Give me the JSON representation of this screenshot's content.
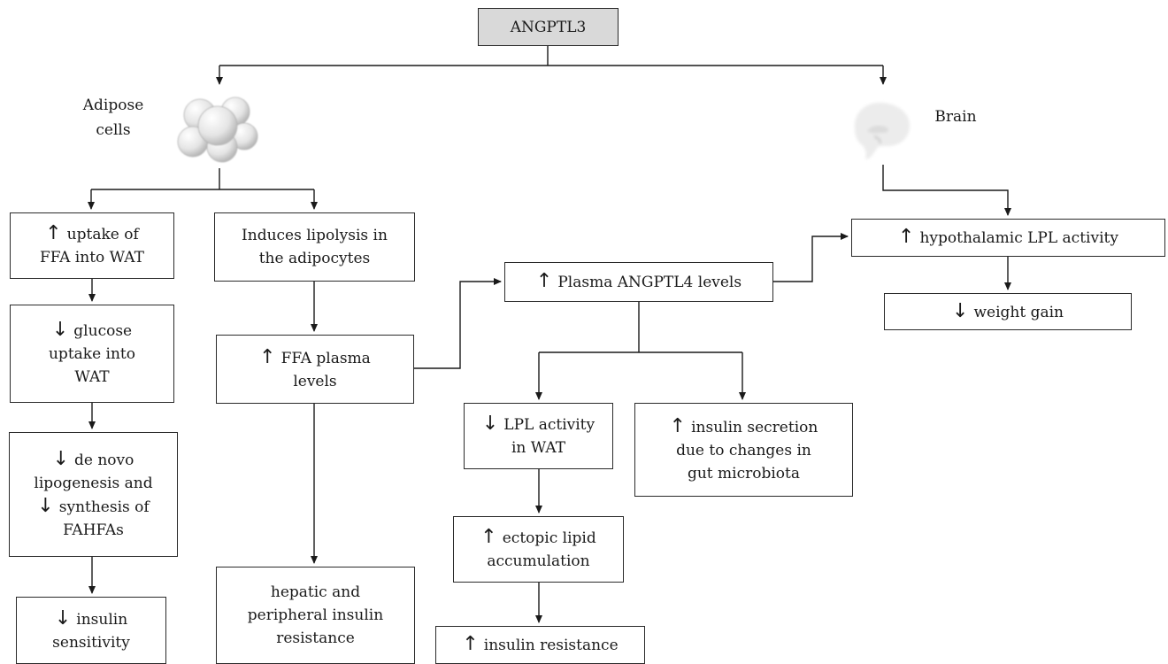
{
  "root": {
    "text": "ANGPTL3"
  },
  "labels": {
    "adipose_1": "Adipose",
    "adipose_2": "cells",
    "brain": "Brain"
  },
  "icons": {
    "adipose": "adipose-cells-icon",
    "brain": "brain-icon"
  },
  "colors": {
    "root_fill": "#d9d9d9",
    "stroke": "#2a2a2a"
  },
  "boxes": {
    "uptake_ffa": {
      "arrow": "↑",
      "l1": "uptake of",
      "l2": "FFA into WAT"
    },
    "glucose_uptake": {
      "arrow": "↓",
      "l1": "glucose",
      "l2": "uptake into",
      "l3": "WAT"
    },
    "de_novo": {
      "arrow1": "↓",
      "l1": "de novo",
      "l2": "lipogenesis and",
      "arrow2": "↓",
      "l3": "synthesis of",
      "l4": "FAHFAs"
    },
    "insulin_sensitivity": {
      "arrow": "↓",
      "l1": "insulin",
      "l2": "sensitivity"
    },
    "lipolysis": {
      "l1": "Induces lipolysis in",
      "l2": "the adipocytes"
    },
    "ffa_plasma": {
      "arrow": "↑",
      "l1": "FFA plasma",
      "l2": "levels"
    },
    "hepatic": {
      "l1": "hepatic and",
      "l2": "peripheral insulin",
      "l3": "resistance"
    },
    "angptl4": {
      "arrow": "↑",
      "l1": "Plasma ANGPTL4 levels"
    },
    "lpl_wat": {
      "arrow": "↓",
      "l1": "LPL activity",
      "l2": "in WAT"
    },
    "insulin_secretion": {
      "arrow": "↑",
      "l1": "insulin secretion",
      "l2": "due to changes in",
      "l3": "gut microbiota"
    },
    "ectopic": {
      "arrow": "↑",
      "l1": "ectopic lipid",
      "l2": "accumulation"
    },
    "insulin_resistance": {
      "arrow": "↑",
      "l1": "insulin resistance"
    },
    "hypothalamic": {
      "arrow": "↑",
      "l1": "hypothalamic LPL activity"
    },
    "weight_gain": {
      "arrow": "↓",
      "l1": "weight gain"
    }
  }
}
